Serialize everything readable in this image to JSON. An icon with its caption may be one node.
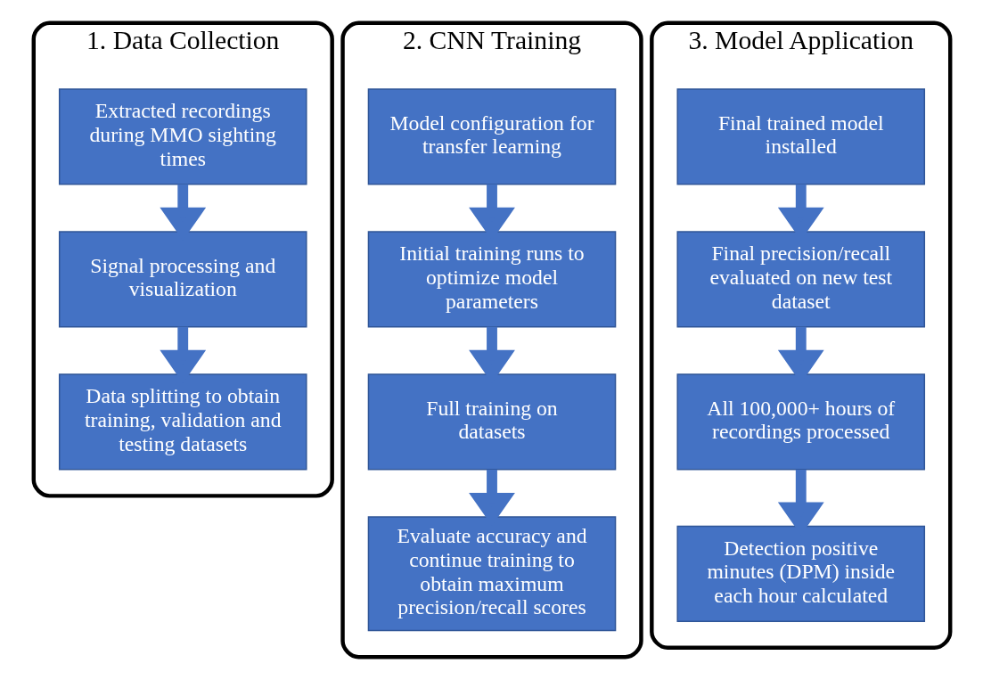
{
  "diagram": {
    "nodes": [
      {
        "text": [
          "1. Data Collection"
        ]
      },
      {
        "text": [
          "Extracted recordings during MMO sighting times"
        ],
        "in": 0
      },
      {
        "text": [
          "Signal processing and visualization"
        ],
        "in": 0
      },
      {
        "text": [
          "Data splitting to obtain training, validation and testing datasets"
        ],
        "in": 0
      },
      {
        "text": [
          "2. CNN Training"
        ]
      },
      {
        "text": [
          "Model configuration for transfer learning"
        ],
        "in": 4
      },
      {
        "text": [
          "Initial training runs to optimize model parameters"
        ],
        "in": 4
      },
      {
        "text": [
          "Full training on datasets"
        ],
        "in": 4
      },
      {
        "text": [
          "Evaluate accuracy and continue training to obtain maximum precision/recall scores"
        ],
        "in": 4
      },
      {
        "text": [
          "3. Model Application"
        ]
      },
      {
        "text": [
          "Final trained model installed"
        ],
        "in": 9
      },
      {
        "text": [
          "Final precision/recall evaluated on new test dataset"
        ],
        "in": 9
      },
      {
        "text": [
          "All 100,000+ hours of recordings processed"
        ],
        "in": 9
      },
      {
        "text": [
          "Detection positive minutes (DPM) inside each hour calculated"
        ],
        "in": 9
      }
    ],
    "edges": [
      {
        "from": 1,
        "to": 2,
        "arrow": "to"
      },
      {
        "from": 2,
        "to": 3,
        "arrow": "to"
      },
      {
        "from": 5,
        "to": 6,
        "arrow": "to"
      },
      {
        "from": 6,
        "to": 7,
        "arrow": "to"
      },
      {
        "from": 7,
        "to": 8,
        "arrow": "to"
      },
      {
        "from": 10,
        "to": 11,
        "arrow": "to"
      },
      {
        "from": 11,
        "to": 12,
        "arrow": "to"
      },
      {
        "from": 12,
        "to": 13,
        "arrow": "to"
      }
    ]
  }
}
